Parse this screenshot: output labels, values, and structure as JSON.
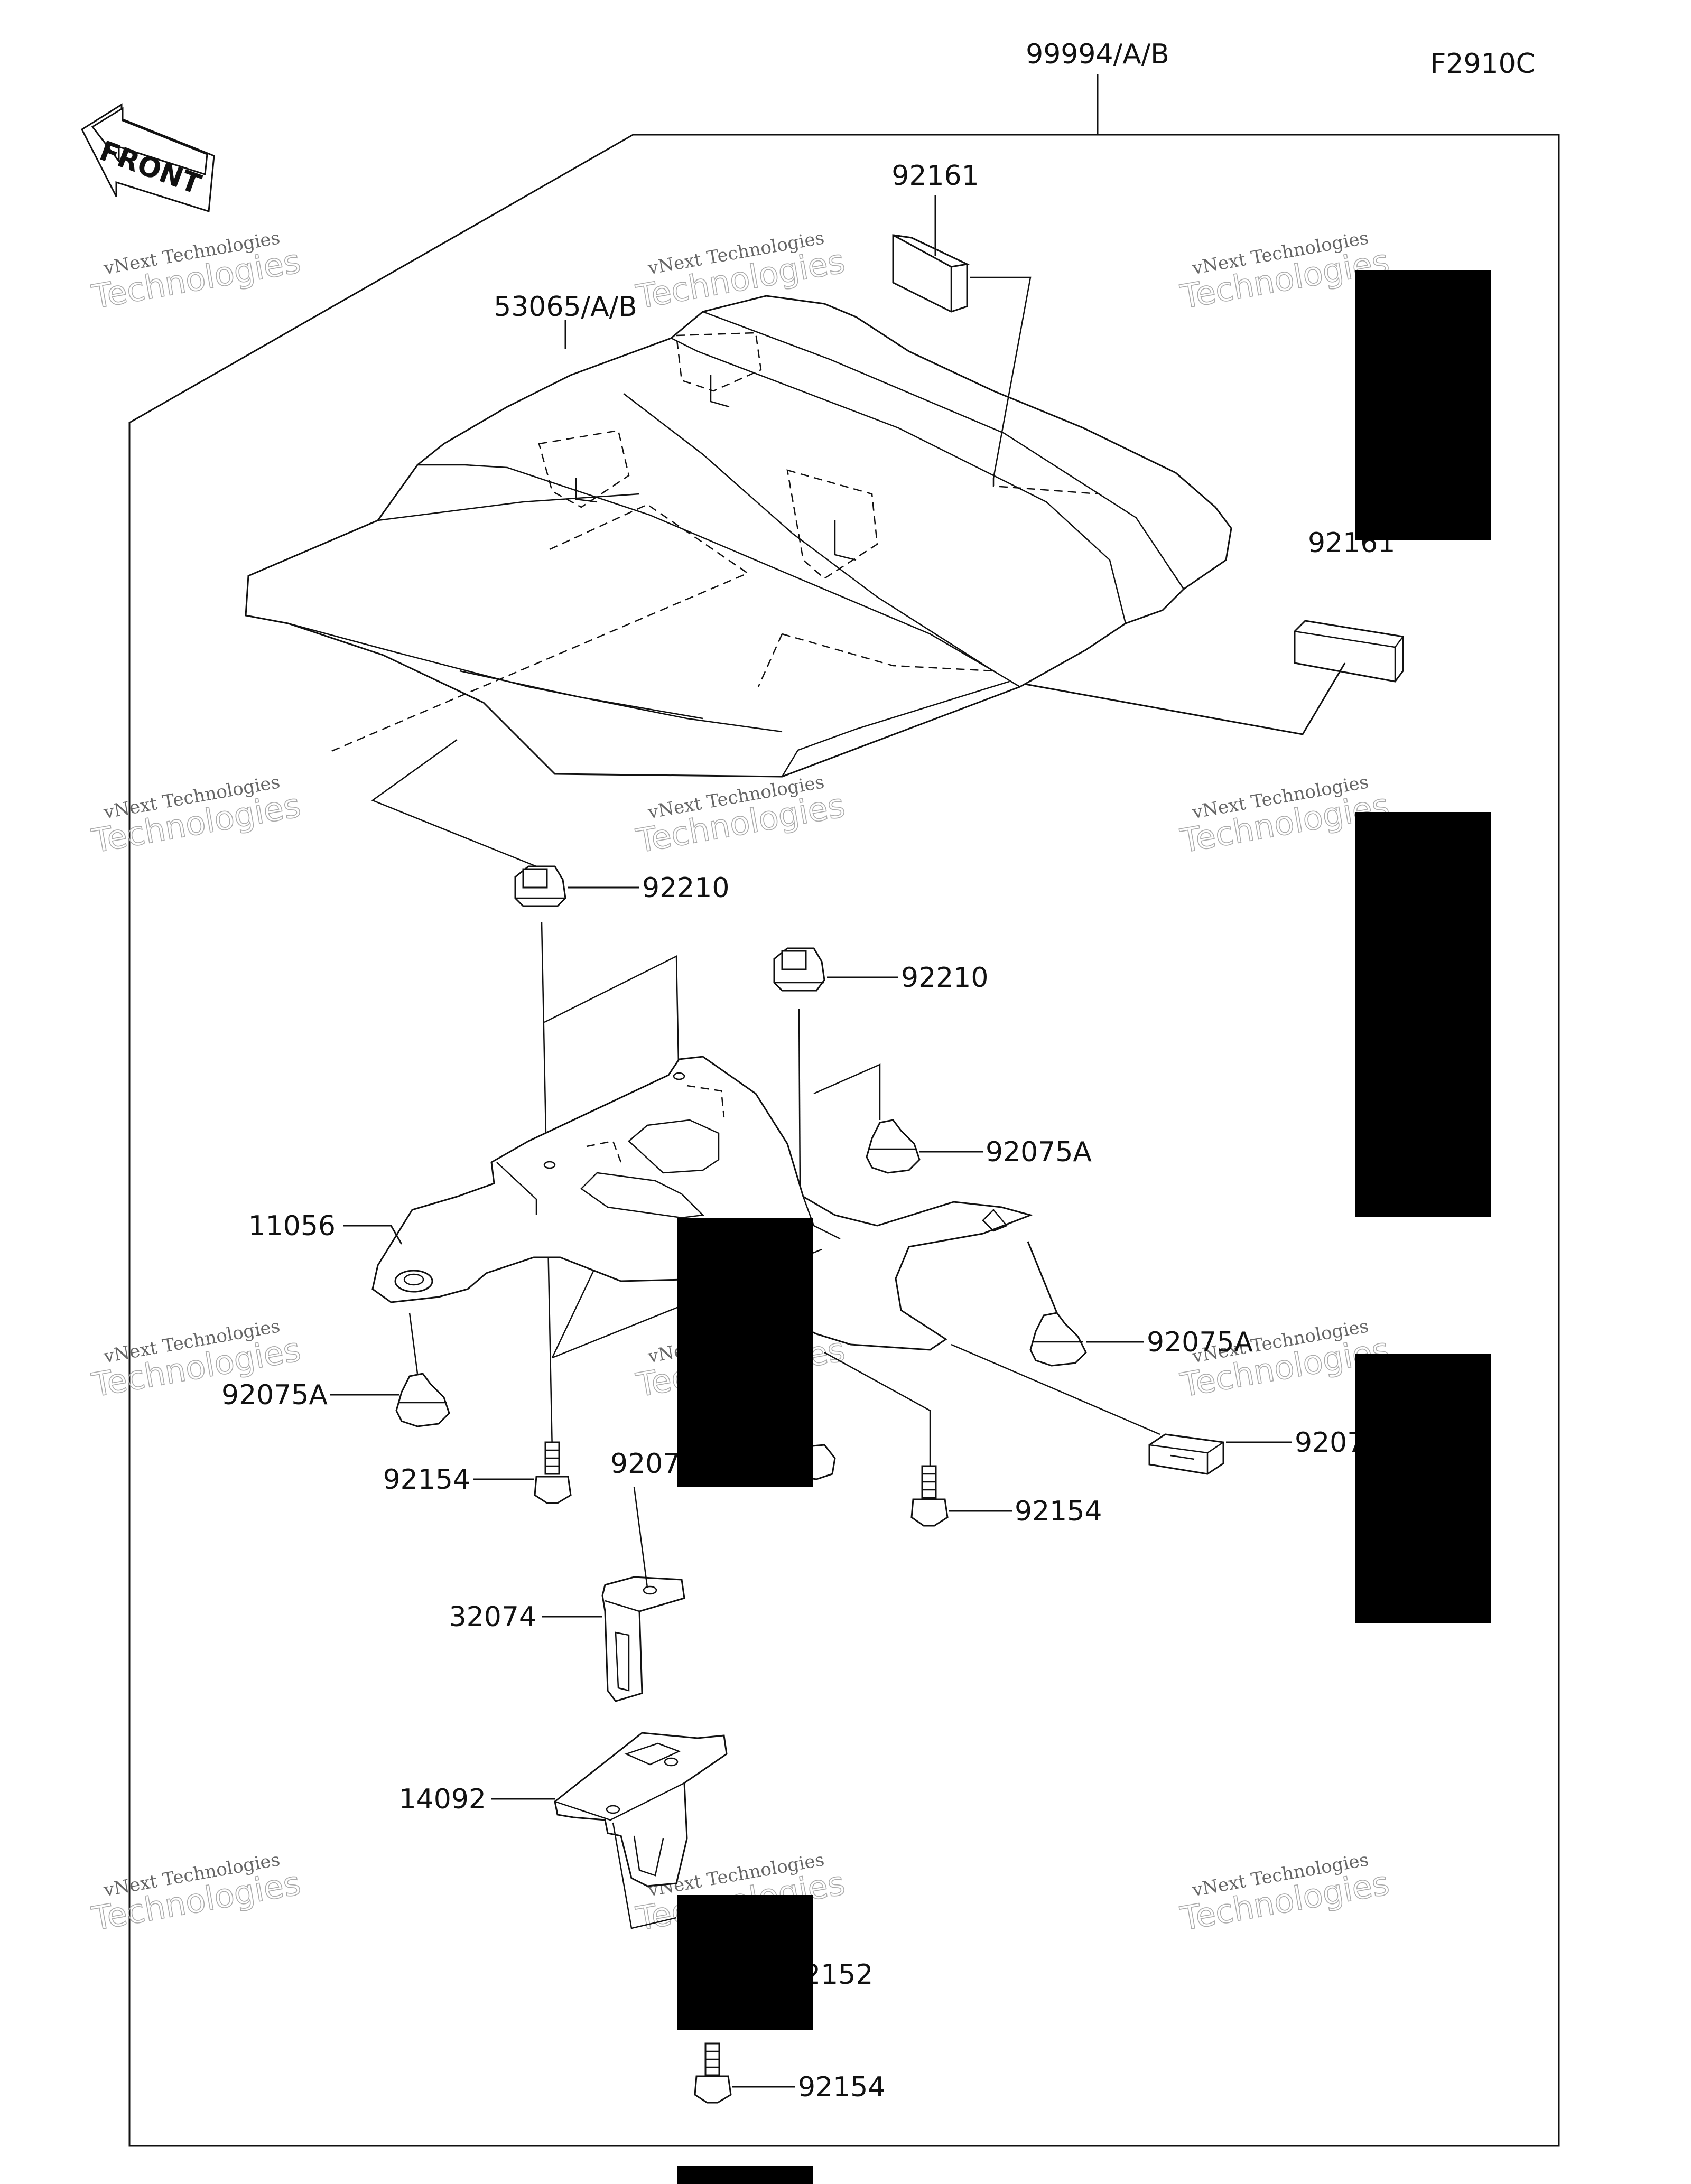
{
  "diagram": {
    "code": "F2910C",
    "front_label": "FRONT",
    "watermark": {
      "line1": "vNext Technologies",
      "line2": "Technologies"
    },
    "labels": {
      "assy": "99994/A/B",
      "seat_cover": "53065/A/B",
      "pad_top": "92161",
      "pad_right": "92161",
      "clip_left": "92210",
      "clip_right": "92210",
      "damper_right_upper": "92075A",
      "damper_right_lower": "92075A",
      "damper_left": "92075A",
      "bracket": "11056",
      "bolt_left": "92154",
      "bolt_right": "92154",
      "bolt_bottom": "92154",
      "stay": "32074",
      "cover_lower": "14092",
      "damper_center": "9207",
      "damper_far_right": "9207",
      "collar": "2152"
    }
  }
}
